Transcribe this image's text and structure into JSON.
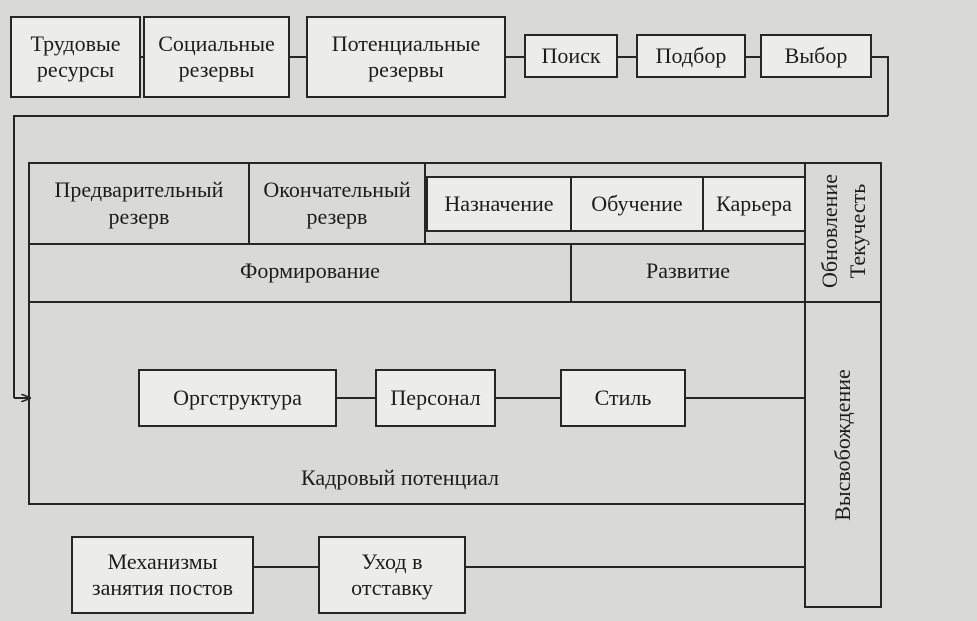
{
  "top_row": {
    "labor_resources": "Трудовые ресурсы",
    "social_reserves": "Социальные резервы",
    "potential_reserves": "Потенциальные резервы",
    "search": "Поиск",
    "selection": "Подбор",
    "choice": "Выбор"
  },
  "formation": {
    "preliminary_reserve": "Предварительный резерв",
    "final_reserve": "Окончательный резерв",
    "appointment": "Назначение",
    "label": "Формирование"
  },
  "development": {
    "training": "Обучение",
    "career": "Карьера",
    "label": "Развитие"
  },
  "side": {
    "renewal": "Обновление",
    "turnover": "Текучесть",
    "release": "Высвобождение"
  },
  "potential": {
    "org_structure": "Оргструктура",
    "personnel": "Персонал",
    "style": "Стиль",
    "label": "Кадровый потенциал"
  },
  "bottom_row": {
    "mechanisms": "Механизмы занятия постов",
    "retirement": "Уход в отставку"
  },
  "colors": {
    "line": "#262626",
    "box_fill": "#ecece9",
    "background": "#d9d9d6"
  }
}
